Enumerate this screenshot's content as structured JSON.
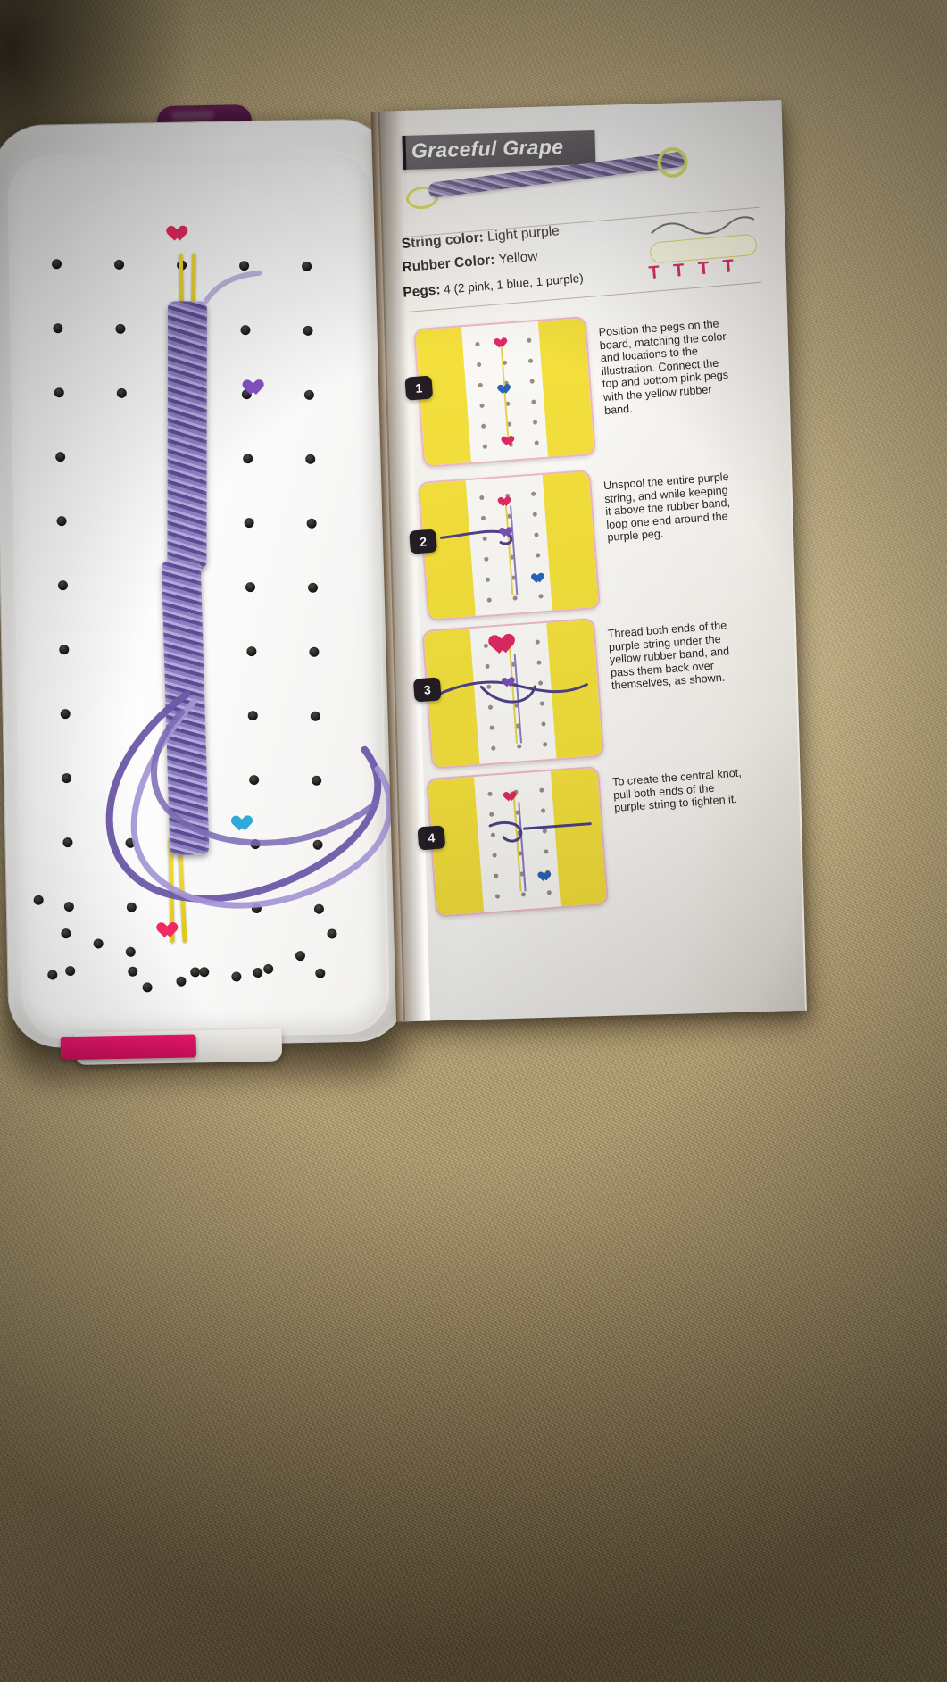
{
  "scene": {
    "description": "Photo of a white friendship-bracelet loom board on beige carpet beside an open instruction booklet",
    "surface": "beige carpet",
    "colors": {
      "carpet": "#bfae85",
      "board_white": "#ffffff",
      "board_foot_pink": "#e8176b",
      "clip_purple": "#4e1540",
      "page_cream": "#fbf8f3",
      "title_band": "#231c23",
      "card_yellow": "#f5e13c",
      "card_border_pink": "#efb9c8",
      "string_purple": "#7a6aa8",
      "rubber_yellow": "#f5e03a",
      "peg_pink": "#ef2a62",
      "peg_blue": "#2fa9d6",
      "peg_purple": "#8352c4",
      "peg_mark_red": "#d7325e"
    }
  },
  "booklet": {
    "title": "Graceful Grape",
    "preview_alt": "finished purple woven bracelet with yellow loop and knot",
    "specs": [
      {
        "label": "String color:",
        "value": "Light purple",
        "swatch": "wavy-line"
      },
      {
        "label": "Rubber Color:",
        "value": "Yellow",
        "swatch": "pill"
      },
      {
        "label": "Pegs:",
        "value": "4 (2 pink, 1 blue, 1 purple)",
        "swatch": "peg-marks"
      }
    ],
    "peg_marks": "T T T T",
    "steps": [
      {
        "number": "1",
        "text": "Position the pegs on the board, matching the color and locations to the illustration. Connect the top and bottom pink pegs with the yellow rubber band."
      },
      {
        "number": "2",
        "text": "Unspool the entire purple string, and while keeping it above the rubber band, loop one end around the purple peg."
      },
      {
        "number": "3",
        "text": "Thread both ends of the purple string under the yellow rubber band, and pass them back over themselves, as shown."
      },
      {
        "number": "4",
        "text": "To create the central knot, pull both ends of the purple string to tighten it."
      }
    ]
  },
  "loom": {
    "name": "bracelet loom board",
    "pegs": [
      {
        "color": "pink",
        "position": "top"
      },
      {
        "color": "purple",
        "position": "upper-right"
      },
      {
        "color": "blue",
        "position": "lower-middle"
      },
      {
        "color": "pink",
        "position": "bottom"
      }
    ],
    "in_progress": "partially woven light-purple braid running down the board with yellow rubber band and loose purple string ends"
  }
}
